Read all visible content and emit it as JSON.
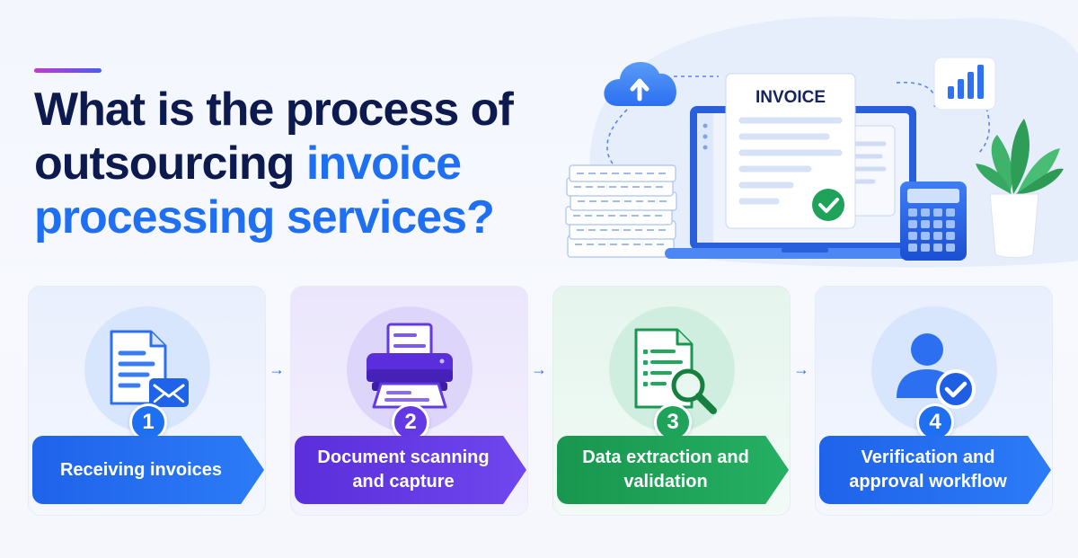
{
  "title": {
    "line1": "What is the process of",
    "line2_dark": "outsourcing",
    "line2_highlight": "invoice",
    "line3_highlight": "processing services?"
  },
  "hero": {
    "invoice_label": "INVOICE"
  },
  "steps": [
    {
      "number": "1",
      "label": "Receiving invoices",
      "icon": "document-mail-icon",
      "color": "#1f6ff2"
    },
    {
      "number": "2",
      "label": "Document scanning and capture",
      "icon": "printer-scanner-icon",
      "color": "#6239e3"
    },
    {
      "number": "3",
      "label": "Data extraction and validation",
      "icon": "document-search-icon",
      "color": "#1fa25a"
    },
    {
      "number": "4",
      "label": "Verification and approval workflow",
      "icon": "user-check-icon",
      "color": "#1f6ff2"
    }
  ],
  "colors": {
    "title_dark": "#0c1a4e",
    "title_highlight": "#1f6ff2",
    "accent_start": "#c23ad0",
    "accent_end": "#4a5cf0"
  }
}
